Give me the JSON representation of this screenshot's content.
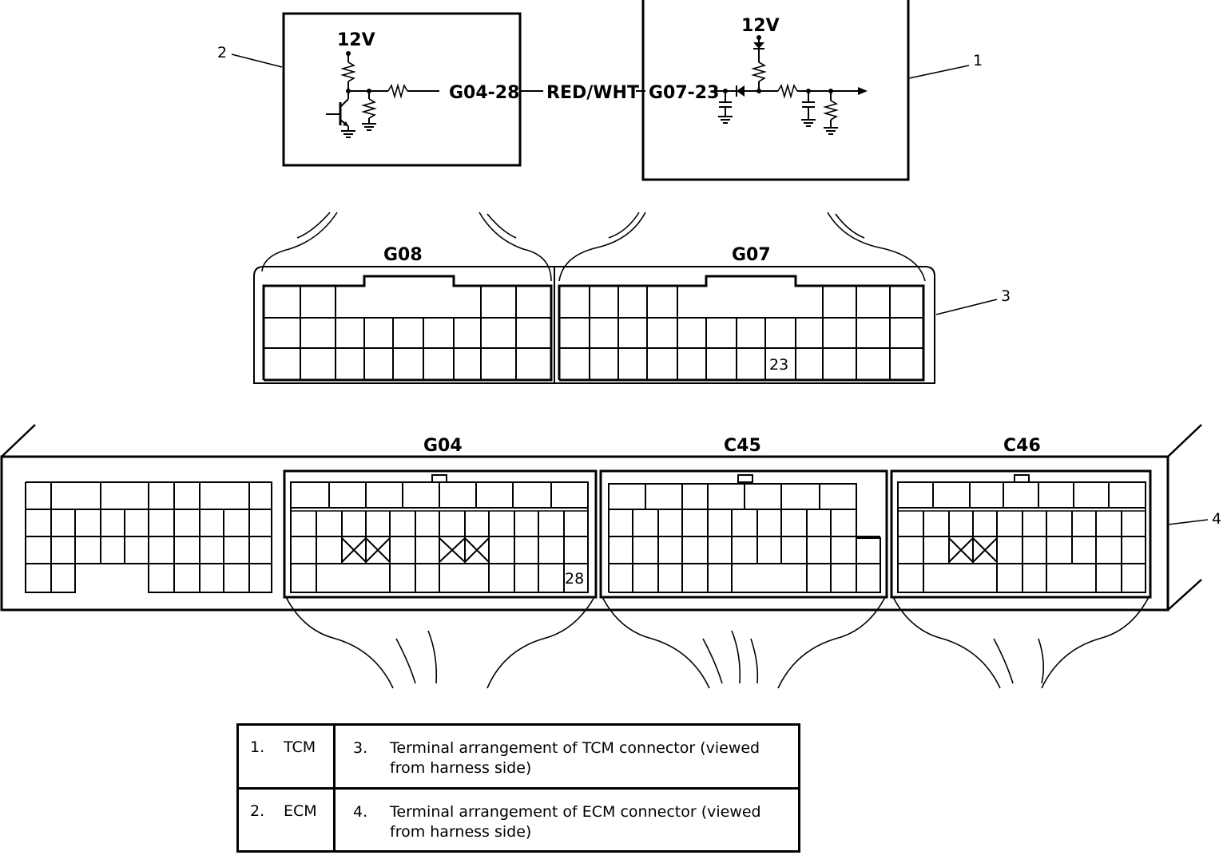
{
  "circuit": {
    "ecm_voltage": "12V",
    "tcm_voltage": "12V",
    "ecm_terminal": "G04-28",
    "wire_color": "RED/WHT",
    "tcm_terminal": "G07-23"
  },
  "callouts": [
    "1",
    "2",
    "3",
    "4"
  ],
  "tcm_connectors": {
    "g08_label": "G08",
    "g07_label": "G07",
    "terminal_23": "23"
  },
  "ecm_connectors": {
    "g04_label": "G04",
    "c45_label": "C45",
    "c46_label": "C46",
    "terminal_28": "28"
  },
  "legend": [
    {
      "num": "1.",
      "name": "TCM",
      "desc_num": "3.",
      "desc": "Terminal arrangement of TCM connector (viewed from harness side)"
    },
    {
      "num": "2.",
      "name": "ECM",
      "desc_num": "4.",
      "desc": "Terminal arrangement of ECM connector (viewed from harness side)"
    }
  ]
}
